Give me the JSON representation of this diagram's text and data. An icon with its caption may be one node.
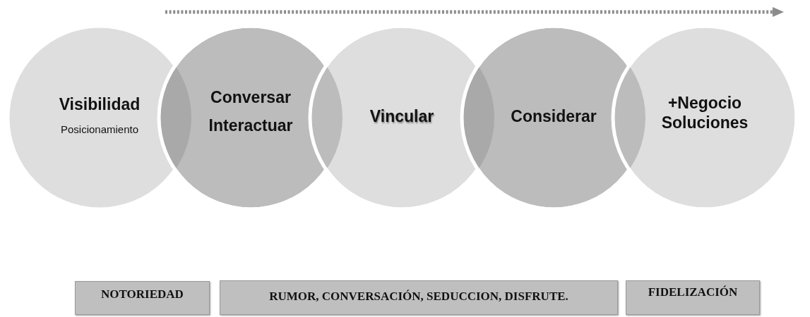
{
  "diagram": {
    "nodes": [
      {
        "text": [
          "Visibilidad",
          "Posicionamiento"
        ]
      },
      {
        "text": [
          "Conversar Interactuar"
        ]
      },
      {
        "text": [
          "Vincular"
        ]
      },
      {
        "text": [
          "Considerar"
        ]
      },
      {
        "text": [
          "+Negocio Soluciones"
        ]
      },
      {
        "text": [
          "NOTORIEDAD"
        ]
      },
      {
        "text": [
          "RUMOR, CONVERSACIÓN, SEDUCCION, DISFRUTE."
        ]
      },
      {
        "text": [
          "FIDELIZACIÓN"
        ]
      }
    ]
  }
}
